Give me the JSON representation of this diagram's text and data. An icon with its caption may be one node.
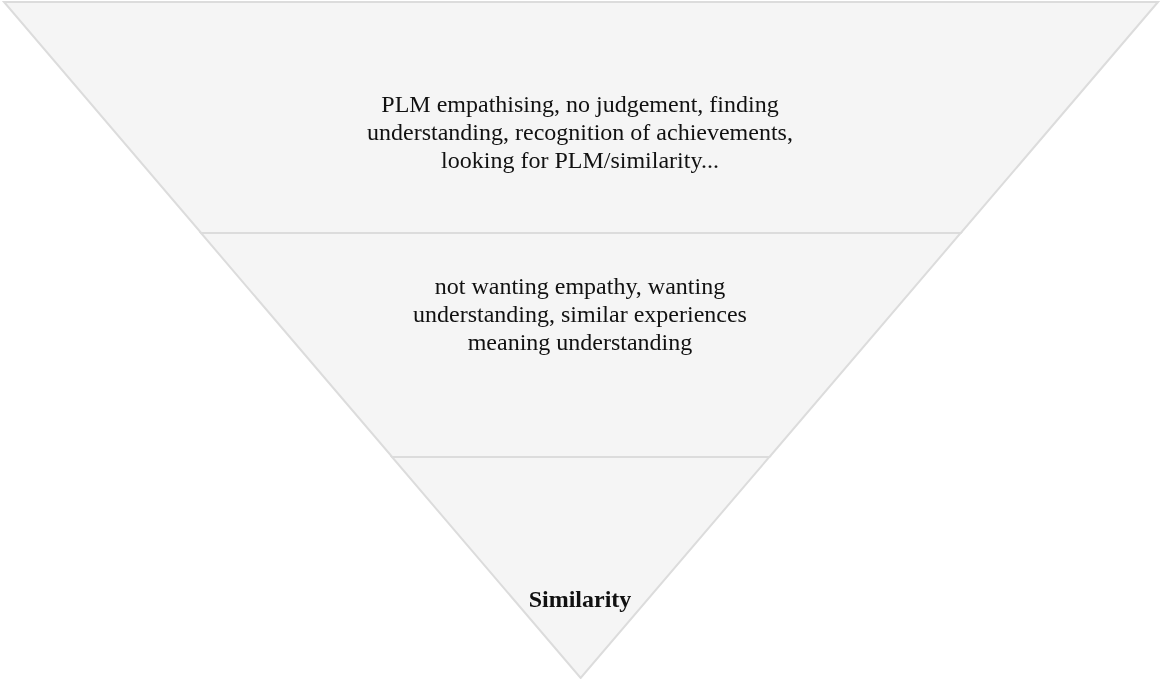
{
  "diagram": {
    "nodes": [
      {
        "text": [
          "PLM empathising, no judgement, finding understanding, recognition of achievements, looking for PLM/similarity..."
        ]
      },
      {
        "text": [
          "not wanting empathy, wanting understanding, similar experiences meaning understanding"
        ]
      },
      {
        "text": [
          "Similarity"
        ]
      }
    ]
  }
}
